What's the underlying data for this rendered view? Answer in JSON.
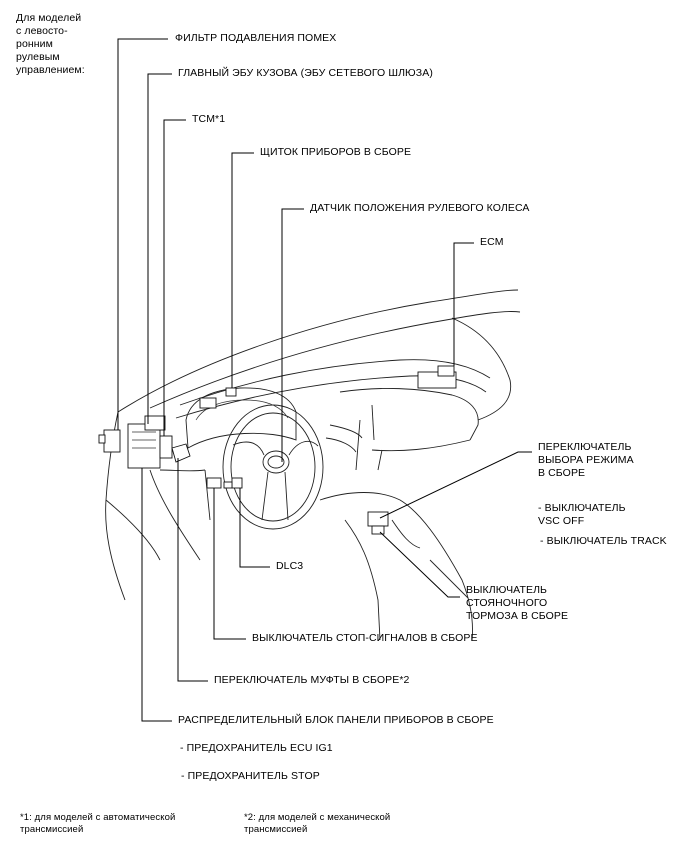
{
  "header": {
    "lhd_note": "Для моделей\nс левосто-\nронним\nрулевым\nуправлением:"
  },
  "labels": {
    "noise_filter": "ФИЛЬТР ПОДАВЛЕНИЯ ПОМЕХ",
    "main_body_ecu": "ГЛАВНЫЙ ЭБУ КУЗОВА (ЭБУ СЕТЕВОГО ШЛЮЗА)",
    "tcm": "TCM*1",
    "combination_meter": "ЩИТОК ПРИБОРОВ В СБОРЕ",
    "steering_angle_sensor": "ДАТЧИК ПОЛОЖЕНИЯ РУЛЕВОГО КОЛЕСА",
    "ecm": "ECM",
    "mode_select_switch": "ПЕРЕКЛЮЧАТЕЛЬ\nВЫБОРА РЕЖИМА\nВ СБОРЕ",
    "vsc_off_switch": "- ВЫКЛЮЧАТЕЛЬ\nVSC OFF",
    "track_switch": "- ВЫКЛЮЧАТЕЛЬ TRACK",
    "dlc3": "DLC3",
    "parking_brake_switch": "ВЫКЛЮЧАТЕЛЬ\nСТОЯНОЧНОГО\nТОРМОЗА В СБОРЕ",
    "stop_light_switch": "ВЫКЛЮЧАТЕЛЬ СТОП-СИГНАЛОВ В СБОРЕ",
    "clutch_switch": "ПЕРЕКЛЮЧАТЕЛЬ МУФТЫ В СБОРЕ*2",
    "junction_block": "РАСПРЕДЕЛИТЕЛЬНЫЙ БЛОК ПАНЕЛИ ПРИБОРОВ В СБОРЕ",
    "ecu_ig1_fuse": "- ПРЕДОХРАНИТЕЛЬ ECU IG1",
    "stop_fuse": "- ПРЕДОХРАНИТЕЛЬ STOP"
  },
  "footnotes": {
    "note1": "*1: для моделей с автоматической\nтрансмиссией",
    "note2": "*2: для моделей с механической\nтрансмиссией"
  }
}
